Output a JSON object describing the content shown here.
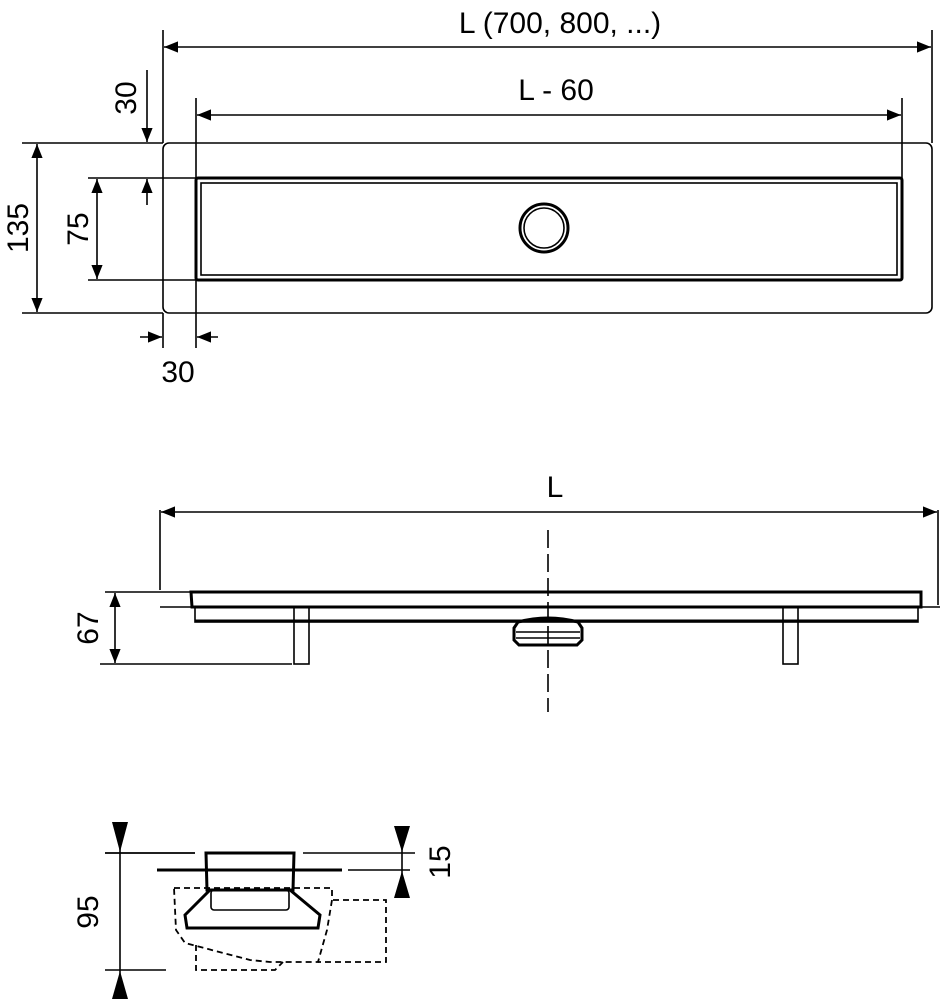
{
  "top_view": {
    "dim_length": "L (700, 800, ...)",
    "dim_grate_length": "L - 60",
    "dim_width": "135",
    "dim_grate_width": "75",
    "dim_margin_top": "30",
    "dim_margin_side": "30"
  },
  "side_view": {
    "dim_length": "L",
    "dim_height": "67"
  },
  "section_view": {
    "dim_height": "95",
    "dim_flange": "15"
  }
}
